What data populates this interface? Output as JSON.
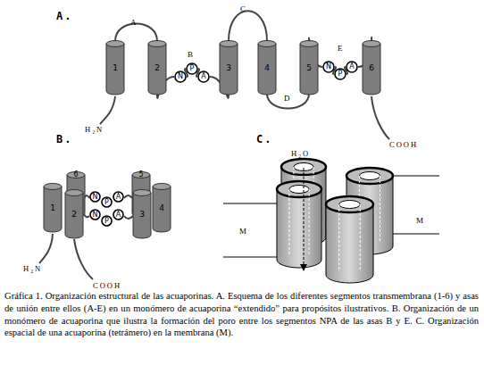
{
  "diagram": {
    "caption": "Gráfica 1. Organización estructural de las acuaporinas. A. Esquema de los diferentes segmentos transmembrana (1-6) y asas de unión entre ellos (A-E) en un monómero de acuaporina “extendido” para propósitos ilustrativos. B. Organización de un monómero de acuaporina que ilustra la formación del poro entre los segmentos NPA de las asas B y E. C. Organización espacial de una acuaporina (tetrámero) en la membrana (M).",
    "nodes": [
      {
        "text": [
          "1"
        ]
      },
      {
        "text": [
          "2"
        ]
      },
      {
        "text": [
          "3"
        ]
      },
      {
        "text": [
          "4"
        ]
      },
      {
        "text": [
          "5"
        ]
      },
      {
        "text": [
          "6"
        ]
      },
      {
        "text": [
          "N"
        ]
      },
      {
        "text": [
          "P"
        ]
      },
      {
        "text": [
          "A"
        ]
      },
      {
        "text": [
          "N"
        ]
      },
      {
        "text": [
          "P"
        ]
      },
      {
        "text": [
          "A"
        ]
      },
      {
        "text": [
          "1"
        ]
      },
      {
        "text": [
          "6"
        ]
      },
      {
        "text": [
          "2"
        ]
      },
      {
        "text": [
          "5"
        ]
      },
      {
        "text": [
          "3"
        ]
      },
      {
        "text": [
          "4"
        ]
      },
      {
        "text": [
          "N"
        ]
      },
      {
        "text": [
          "P"
        ]
      },
      {
        "text": [
          "A"
        ]
      },
      {
        "text": [
          "N"
        ]
      },
      {
        "text": [
          "P"
        ]
      },
      {
        "text": [
          "A"
        ]
      }
    ],
    "edges": [
      {
        "from": 0,
        "to": 1,
        "arrow": "none"
      },
      {
        "from": 1,
        "to": 6,
        "arrow": "none"
      },
      {
        "from": 6,
        "to": 7,
        "arrow": "none"
      },
      {
        "from": 7,
        "to": 8,
        "arrow": "none"
      },
      {
        "from": 8,
        "to": 2,
        "arrow": "none"
      },
      {
        "from": 2,
        "to": 3,
        "arrow": "none"
      },
      {
        "from": 3,
        "to": 4,
        "arrow": "none"
      },
      {
        "from": 4,
        "to": 9,
        "arrow": "none"
      },
      {
        "from": 9,
        "to": 10,
        "arrow": "none"
      },
      {
        "from": 10,
        "to": 11,
        "arrow": "none"
      },
      {
        "from": 11,
        "to": 5,
        "arrow": "none"
      }
    ],
    "labels": [
      "A.",
      "A",
      "B",
      "C",
      "D",
      "E",
      "H₂N",
      "COOH",
      "B.",
      "H₂N",
      "COOH",
      "C.",
      "H₂O",
      "M",
      "M"
    ]
  }
}
